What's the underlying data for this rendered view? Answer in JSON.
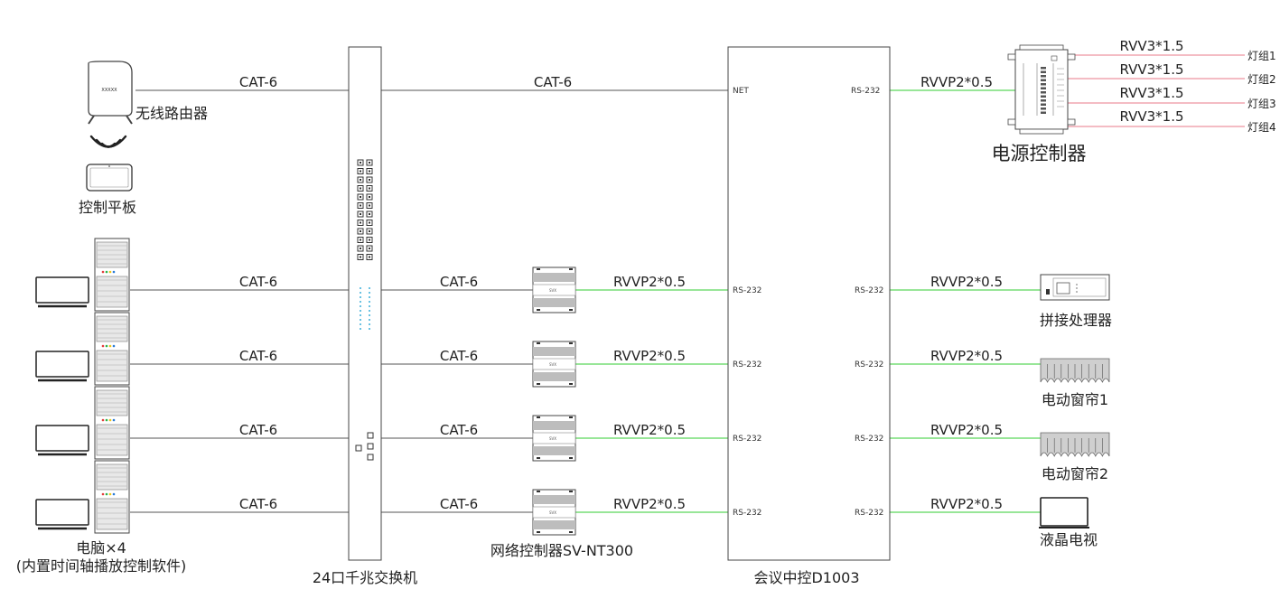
{
  "colors": {
    "ethernet": "#555555",
    "serial": "#5ad65a",
    "power": "#e87a8a",
    "device": "#555555",
    "accent": "#2aa7d6"
  },
  "cables": {
    "cat6": "CAT-6",
    "rvvp": "RVVP2*0.5",
    "rvv": "RVV3*1.5"
  },
  "ports": {
    "net": "NET",
    "rs232": "RS-232"
  },
  "devices": {
    "router": "无线路由器",
    "router_screen": "XXXXX",
    "tablet": "控制平板",
    "computers": "电脑×4",
    "computers_note": "(内置时间轴播放控制软件)",
    "switch": "24口千兆交换机",
    "network_controller": "网络控制器SV-NT300",
    "net_ctrl_tag": "SVX",
    "central_control": "会议中控D1003",
    "power_controller": "电源控制器",
    "splicer": "拼接处理器",
    "curtain1": "电动窗帘1",
    "curtain2": "电动窗帘2",
    "lcd_tv": "液晶电视"
  },
  "light_groups": [
    "灯组1",
    "灯组2",
    "灯组3",
    "灯组4"
  ]
}
